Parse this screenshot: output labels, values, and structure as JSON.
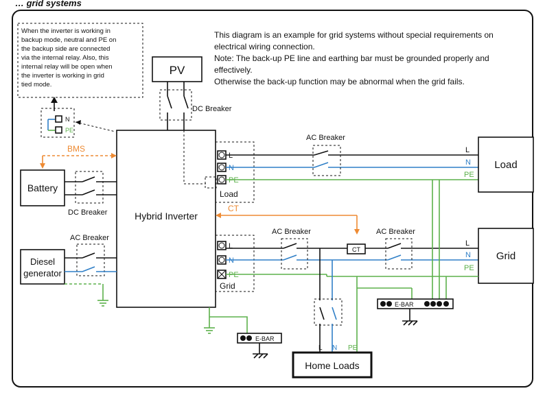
{
  "title": "… grid systems",
  "note": {
    "line1": "This diagram is an example for grid systems without special requirements on",
    "line2": "electrical wiring connection.",
    "line3": "Note: The back-up PE line and earthing bar must be grounded properly and",
    "line4": "effectively.",
    "line5": "Otherwise the back-up function may be abnormal when the grid fails."
  },
  "relay_note": {
    "l1": "When the inverter is working in",
    "l2": "backup mode, neutral and PE on",
    "l3": "the backup side are connected",
    "l4": "via the internal relay. Also, this",
    "l5": "internal relay will be open when",
    "l6": "the inverter is working in grid",
    "l7": "tied mode."
  },
  "labels": {
    "pv": "PV",
    "dc_breaker_pv": "DC Breaker",
    "battery": "Battery",
    "dc_breaker_batt": "DC Breaker",
    "hybrid_inverter": "Hybrid Inverter",
    "bms": "BMS",
    "ct_arrow": "CT",
    "ct_box": "CT",
    "ac_breaker_diesel": "AC Breaker",
    "diesel_l1": "Diesel",
    "diesel_l2": "generator",
    "ac_breaker_load": "AC Breaker",
    "ac_breaker_inv_grid": "AC Breaker",
    "ac_breaker_grid": "AC Breaker",
    "load": "Load",
    "grid": "Grid",
    "home_loads": "Home Loads",
    "e_bar_1": "E-BAR",
    "e_bar_2": "E-BAR",
    "port_L": "L",
    "port_N": "N",
    "port_PE": "PE",
    "load_port_group": "Load",
    "grid_port_group": "Grid",
    "relay_N": "N",
    "relay_PE": "PE"
  },
  "colors": {
    "line_L": "#111111",
    "line_N": "#2f7fc7",
    "line_PE": "#5bb04a",
    "comm": "#ee8a32"
  }
}
